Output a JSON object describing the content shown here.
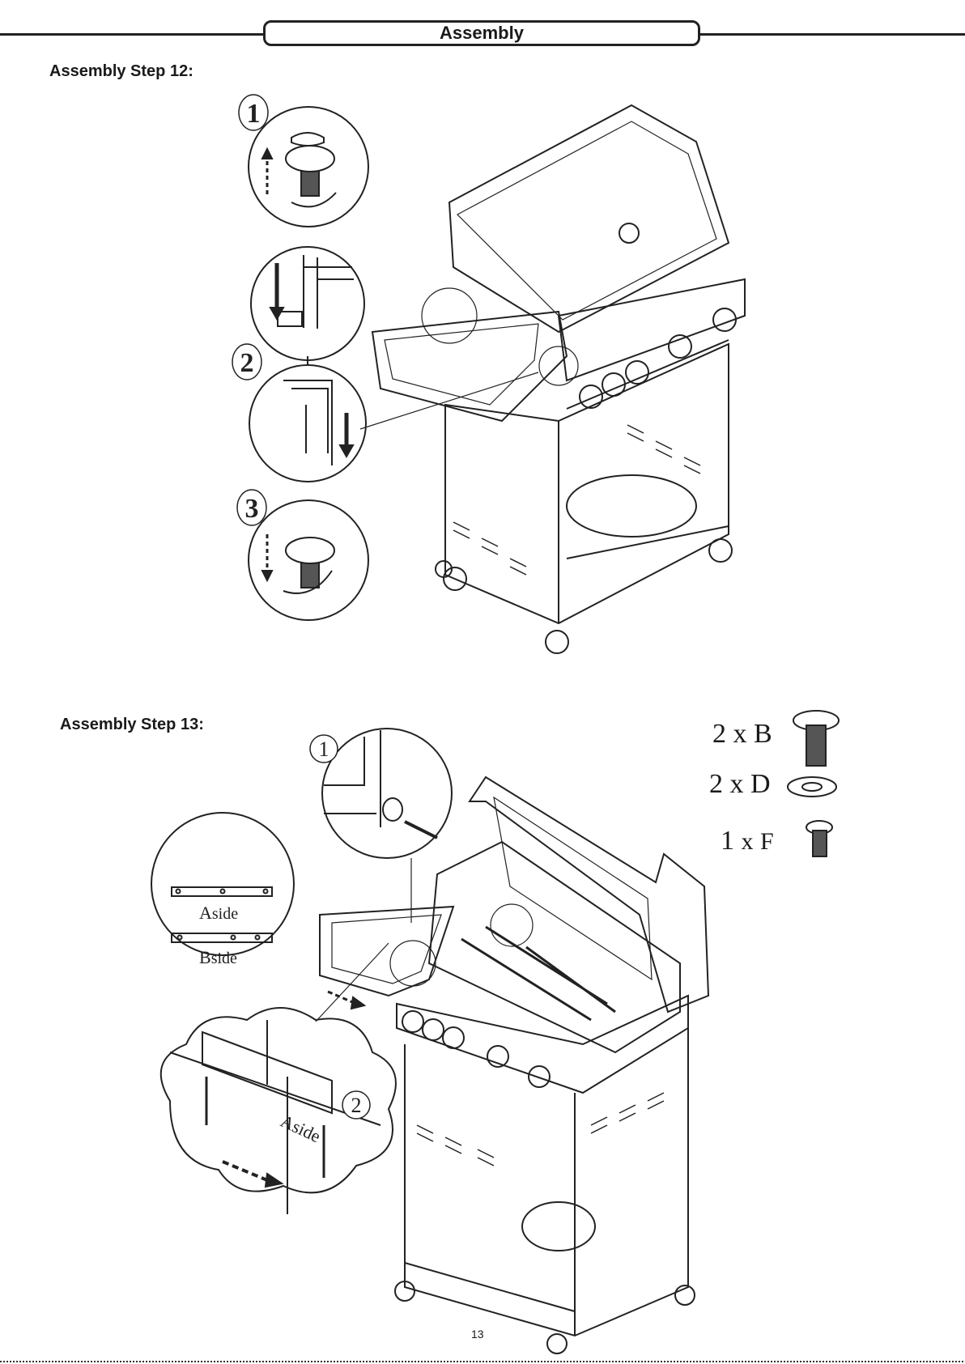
{
  "header": {
    "title": "Assembly"
  },
  "step12": {
    "title": "Assembly Step 12:",
    "callouts": [
      "1",
      "2",
      "3"
    ]
  },
  "step13": {
    "title": "Assembly Step 13:",
    "callouts": [
      "1",
      "2"
    ],
    "bracket_labels": {
      "a_initial": "A",
      "a_rest": "side",
      "b_initial": "B",
      "b_rest": "side",
      "cloud_label": "Aside"
    },
    "hardware": [
      {
        "qty": "2",
        "x": "x",
        "part": "B",
        "icon": "bolt-icon"
      },
      {
        "qty": "2",
        "x": "x",
        "part": "D",
        "icon": "washer-icon"
      },
      {
        "qty": "1",
        "x": "x",
        "part": "F",
        "icon": "short-bolt-icon"
      }
    ]
  },
  "footer": {
    "page_number": "13"
  }
}
